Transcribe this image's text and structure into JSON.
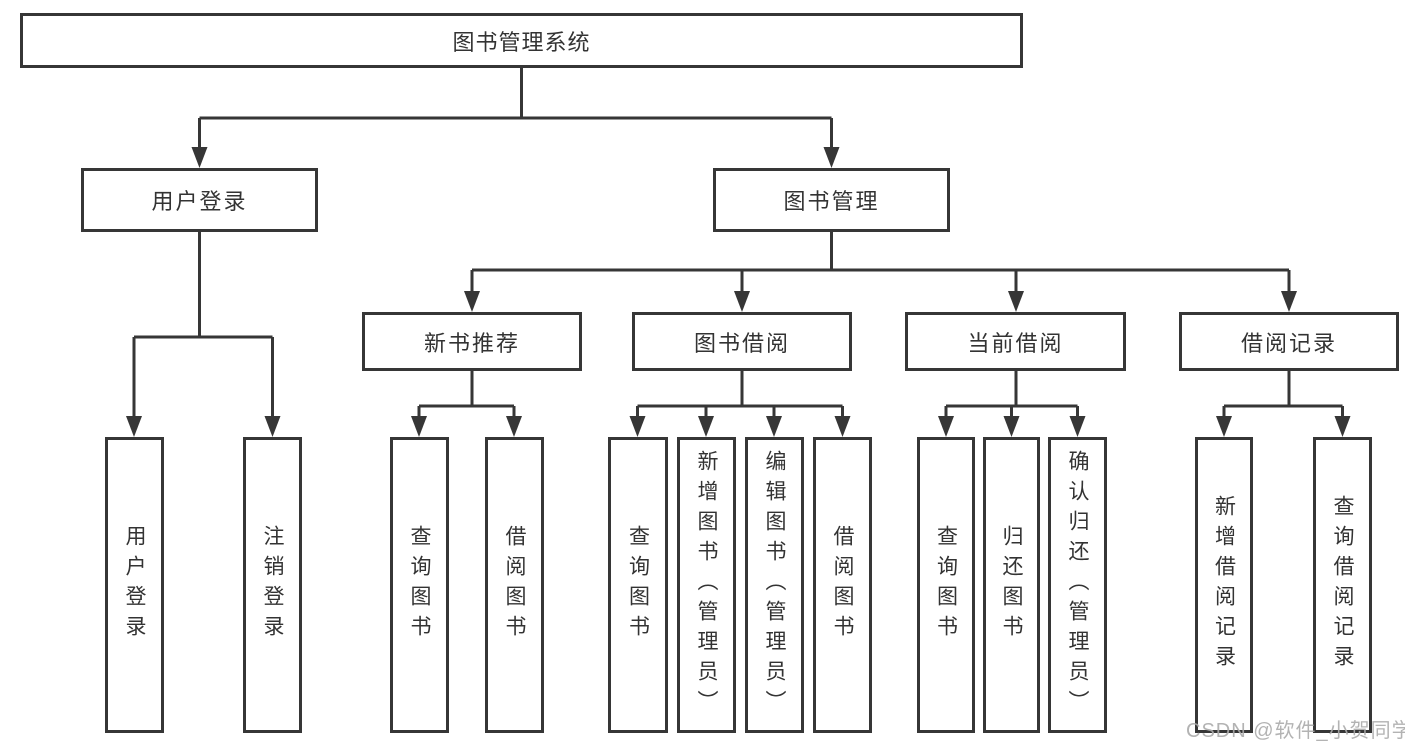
{
  "diagram": {
    "title_node": "图书管理系统",
    "user_login_branch": {
      "label": "用户登录",
      "children": [
        "用户登录",
        "注销登录"
      ]
    },
    "book_mgmt_branch": {
      "label": "图书管理",
      "sections": [
        {
          "label": "新书推荐",
          "children": [
            "查询图书",
            "借阅图书"
          ]
        },
        {
          "label": "图书借阅",
          "children": [
            "查询图书",
            "新增图书（管理员）",
            "编辑图书（管理员）",
            "借阅图书"
          ]
        },
        {
          "label": "当前借阅",
          "children": [
            "查询图书",
            "归还图书",
            "确认归还（管理员）"
          ]
        },
        {
          "label": "借阅记录",
          "children": [
            "新增借阅记录",
            "查询借阅记录"
          ]
        }
      ]
    }
  },
  "watermark": "CSDN @软件_小贺同学",
  "colors": {
    "line": "#363636",
    "box_border": "#363636",
    "box_fill": "#ffffff",
    "text": "#333333",
    "watermark": "#ababab"
  }
}
